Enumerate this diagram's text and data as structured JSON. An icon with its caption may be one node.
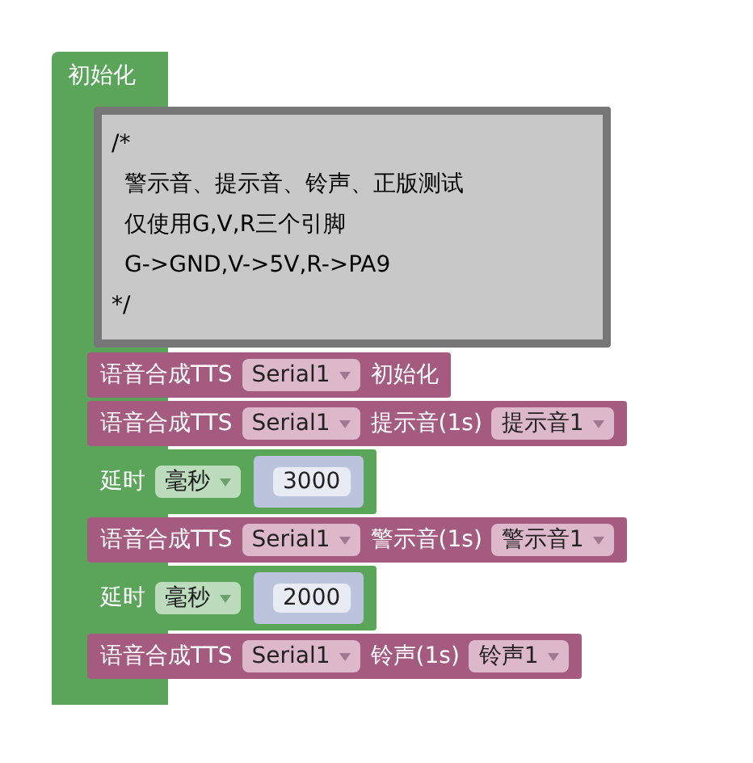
{
  "diagram": {
    "nodes": [
      {
        "text": [
          "初始化"
        ]
      },
      {
        "text": [
          "/*",
          "警示音、提示音、铃声、正版测试",
          "仅使用G,V,R三个引脚",
          "G->GND,V->5V,R->PA9",
          "*/"
        ],
        "in": 0
      },
      {
        "text": [
          "语音合成TTS",
          "初始化"
        ],
        "in": 0
      },
      {
        "text": [
          "Serial1"
        ],
        "in": 2
      },
      {
        "text": [
          "语音合成TTS",
          "提示音(1s)"
        ],
        "in": 0
      },
      {
        "text": [
          "Serial1"
        ],
        "in": 4
      },
      {
        "text": [
          "提示音1"
        ],
        "in": 4
      },
      {
        "text": [
          "延时"
        ],
        "in": 0
      },
      {
        "text": [
          "毫秒"
        ],
        "in": 7
      },
      {
        "text": [
          "3000"
        ],
        "in": 7
      },
      {
        "text": [
          "语音合成TTS",
          "警示音(1s)"
        ],
        "in": 0
      },
      {
        "text": [
          "Serial1"
        ],
        "in": 10
      },
      {
        "text": [
          "警示音1"
        ],
        "in": 10
      },
      {
        "text": [
          "延时"
        ],
        "in": 0
      },
      {
        "text": [
          "毫秒"
        ],
        "in": 13
      },
      {
        "text": [
          "2000"
        ],
        "in": 13
      },
      {
        "text": [
          "语音合成TTS",
          "铃声(1s)"
        ],
        "in": 0
      },
      {
        "text": [
          "Serial1"
        ],
        "in": 16
      },
      {
        "text": [
          "铃声1"
        ],
        "in": 16
      }
    ]
  }
}
